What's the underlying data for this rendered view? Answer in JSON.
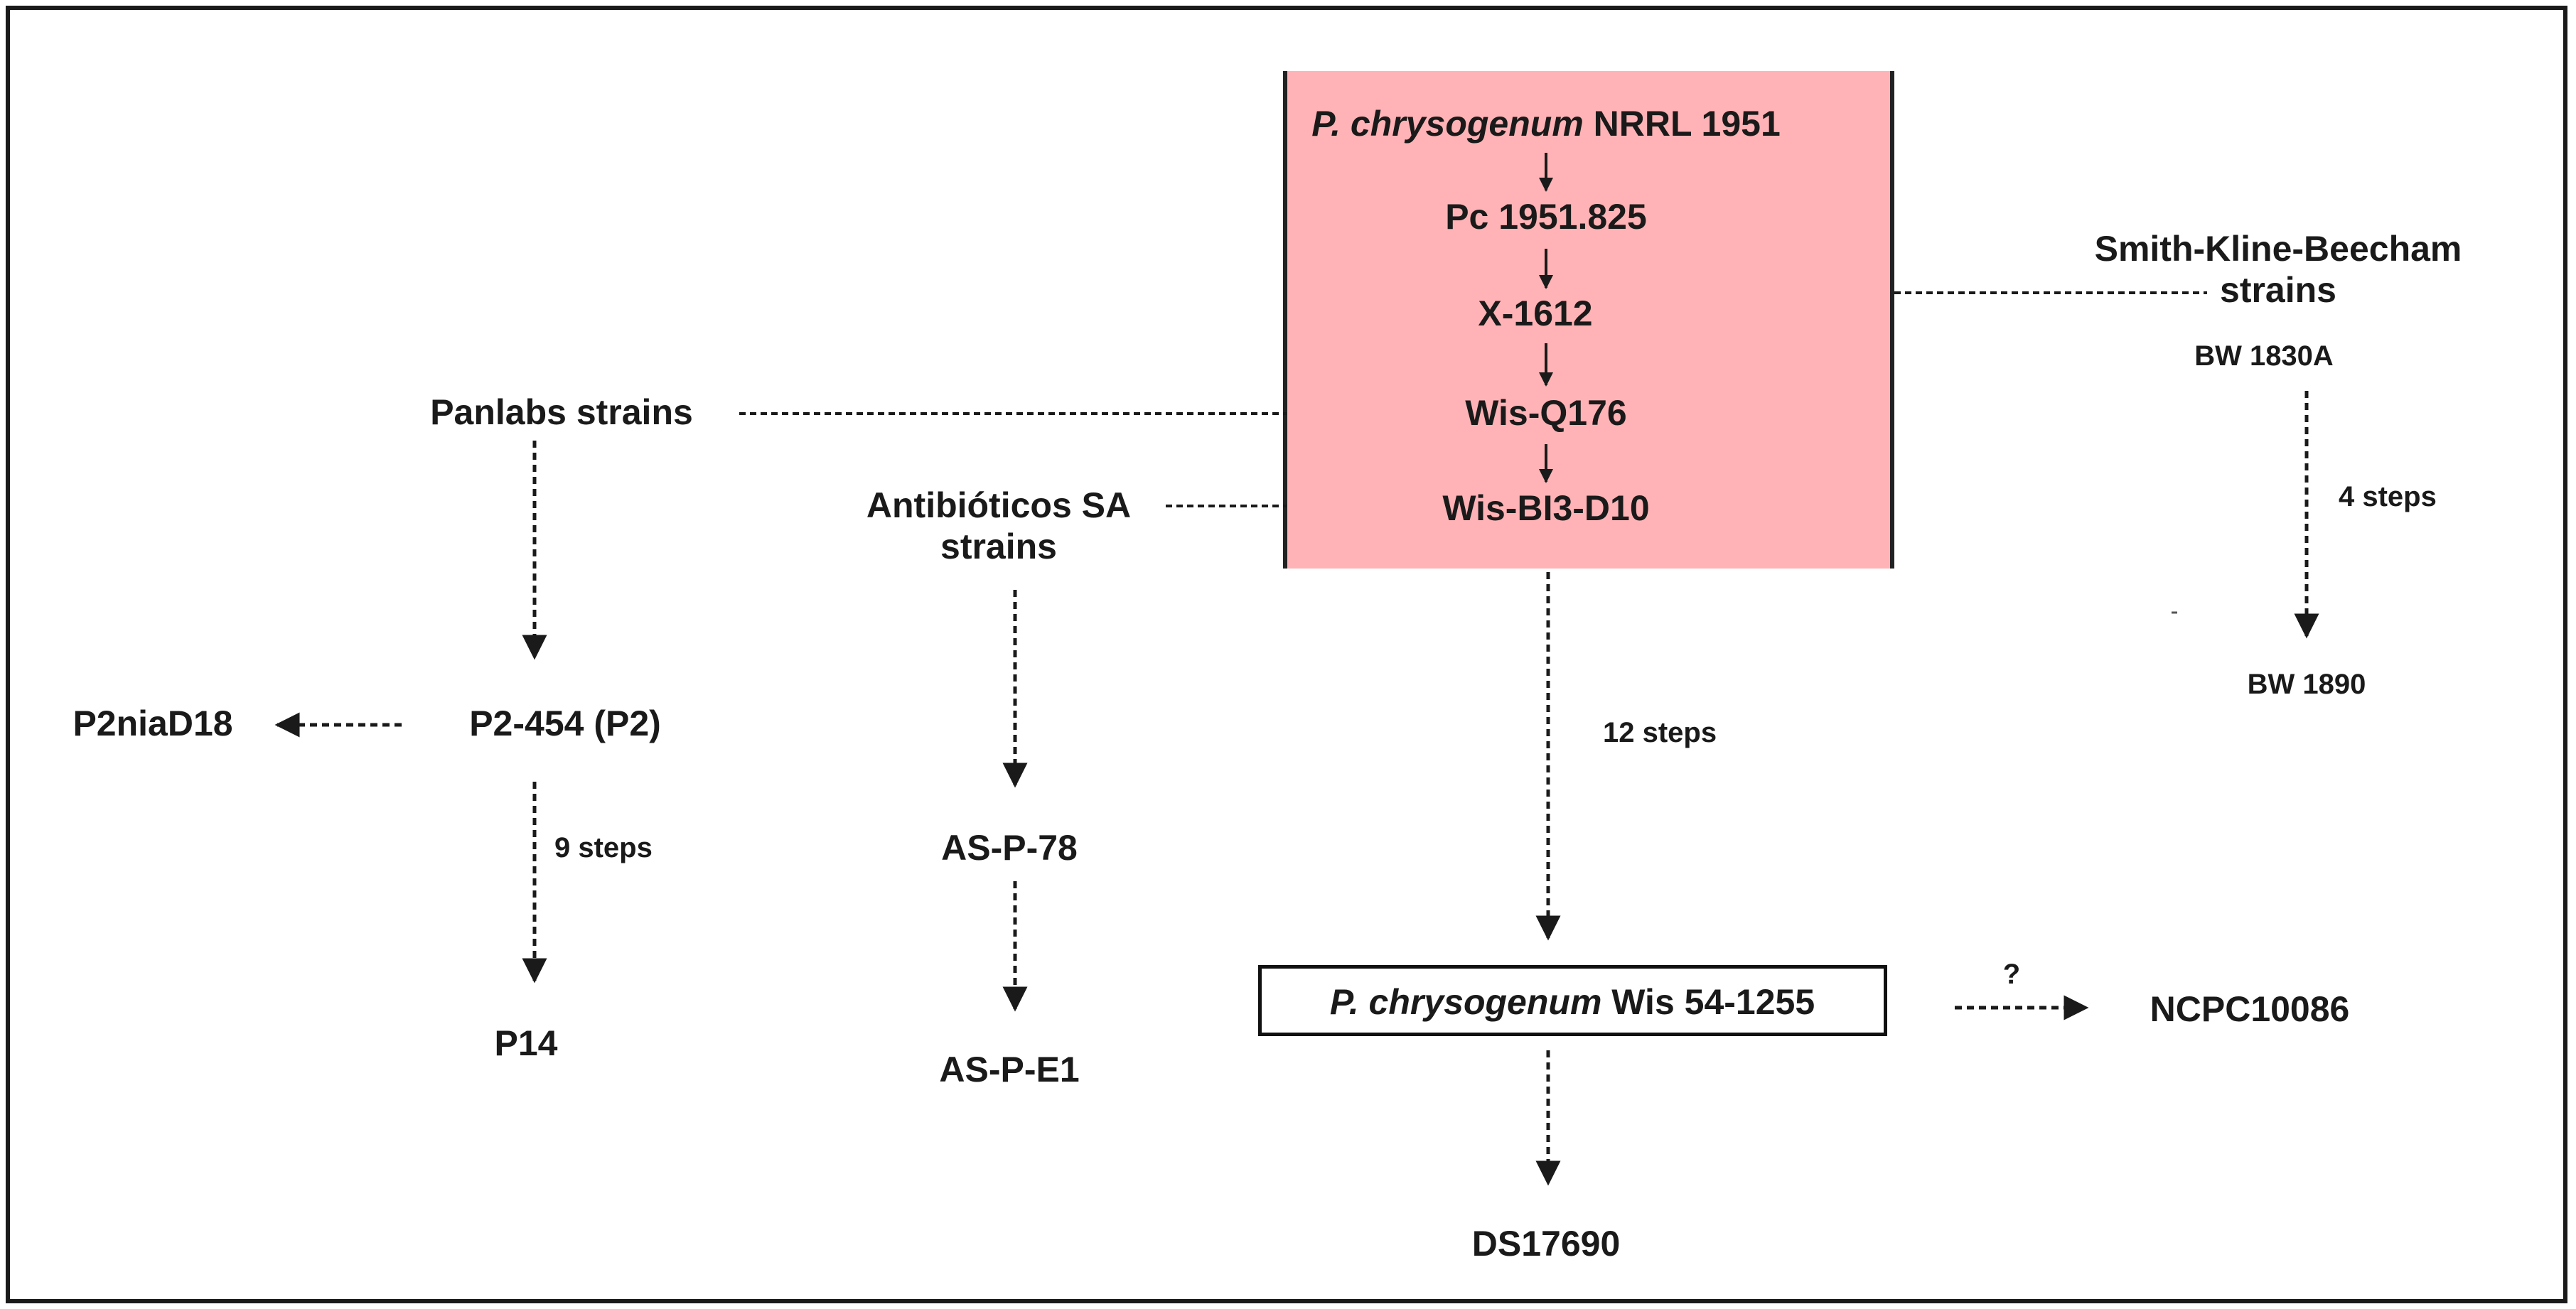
{
  "central_chain": {
    "strain1_italic": "P. chrysogenum",
    "strain1_rest": "NRRL 1951",
    "strain2": "Pc 1951.825",
    "strain3": "X-1612",
    "strain4": "Wis-Q176",
    "strain5": "Wis-BI3-D10"
  },
  "smith_kline": {
    "group_line1": "Smith-Kline-Beecham",
    "group_line2": "strains",
    "start": "BW 1830A",
    "steps": "4 steps",
    "end": "BW 1890"
  },
  "panlabs": {
    "group": "Panlabs strains",
    "p2": "P2-454 (P2)",
    "p2niad": "P2niaD18",
    "steps": "9 steps",
    "p14": "P14"
  },
  "antibioticos": {
    "group_line1": "Antibióticos SA",
    "group_line2": "strains",
    "asp78": "AS-P-78",
    "aspe1": "AS-P-E1"
  },
  "wisconsin": {
    "steps": "12 steps",
    "wis_italic": "P. chrysogenum",
    "wis_rest": "Wis 54-1255",
    "unknown_mark": "?",
    "ncpc": "NCPC10086",
    "ds": "DS17690"
  },
  "colors": {
    "chain_box_fill": "#ffb3b6",
    "line": "#1a1a1a"
  }
}
